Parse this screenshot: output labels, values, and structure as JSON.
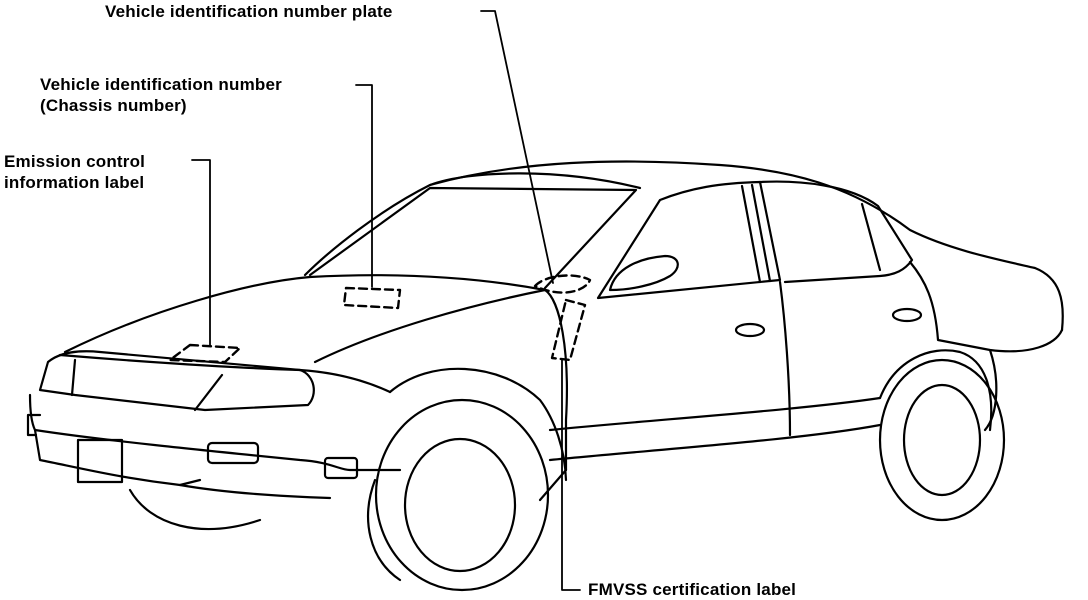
{
  "labels": {
    "vin_plate": "Vehicle identification number plate",
    "vin_line1": "Vehicle identification number",
    "vin_line2": "(Chassis number)",
    "emission_line1": "Emission control",
    "emission_line2": "information label",
    "fmvss": "FMVSS certification label"
  },
  "colors": {
    "ink": "#000000",
    "background": "#ffffff"
  }
}
